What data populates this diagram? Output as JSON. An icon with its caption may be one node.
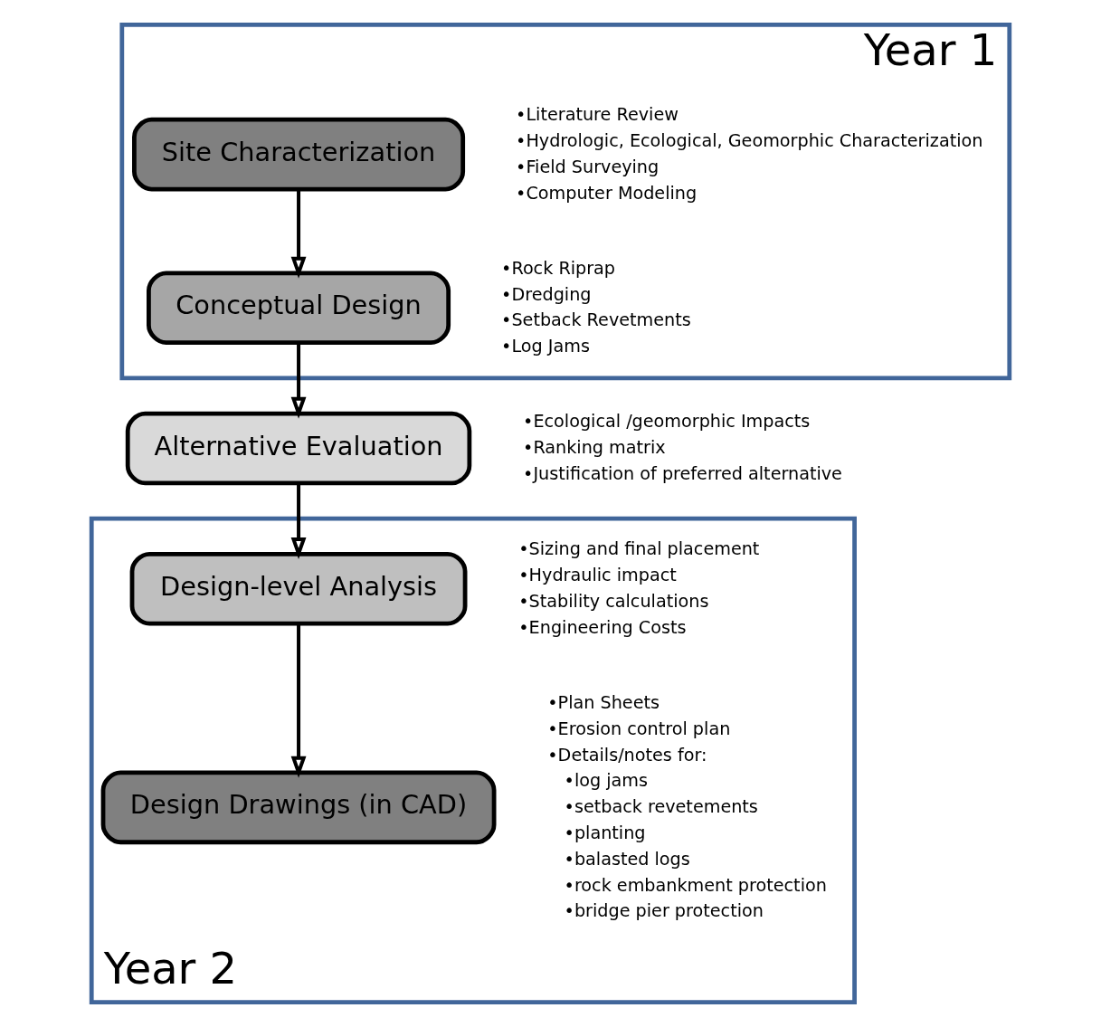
{
  "diagram": {
    "nodes": [
      {
        "text": [
          "Year 1"
        ]
      },
      {
        "text": [
          "Site Characterization"
        ],
        "in": 0,
        "beside": [
          "•Literature Review",
          "•Hydrologic, Ecological, Geomorphic Characterization",
          "•Field Surveying",
          "•Computer Modeling"
        ]
      },
      {
        "text": [
          "Conceptual Design"
        ],
        "in": 0,
        "beside": [
          "•Rock Riprap",
          "•Dredging",
          "•Setback Revetments",
          "•Log Jams"
        ]
      },
      {
        "text": [
          "Alternative Evaluation"
        ],
        "beside": [
          "•Ecological /geomorphic Impacts",
          "•Ranking matrix",
          "•Justification of preferred alternative"
        ]
      },
      {
        "text": [
          "Year 2"
        ]
      },
      {
        "text": [
          "Design-level Analysis"
        ],
        "in": 4,
        "beside": [
          "•Sizing and final placement",
          "•Hydraulic impact",
          "•Stability calculations",
          "•Engineering Costs"
        ]
      },
      {
        "text": [
          "Design Drawings (in CAD)"
        ],
        "in": 4,
        "beside": [
          "•Plan Sheets",
          "•Erosion control plan",
          "•Details/notes for:",
          "•log jams",
          "•setback revetements",
          "•planting",
          "•balasted logs",
          "•rock embankment protection",
          "•bridge pier protection"
        ]
      }
    ],
    "edges": [
      {
        "from": 1,
        "to": 2,
        "arrow": "to"
      },
      {
        "from": 2,
        "to": 3,
        "arrow": "to"
      },
      {
        "from": 3,
        "to": 5,
        "arrow": "to"
      },
      {
        "from": 5,
        "to": 6,
        "arrow": "to"
      }
    ]
  }
}
